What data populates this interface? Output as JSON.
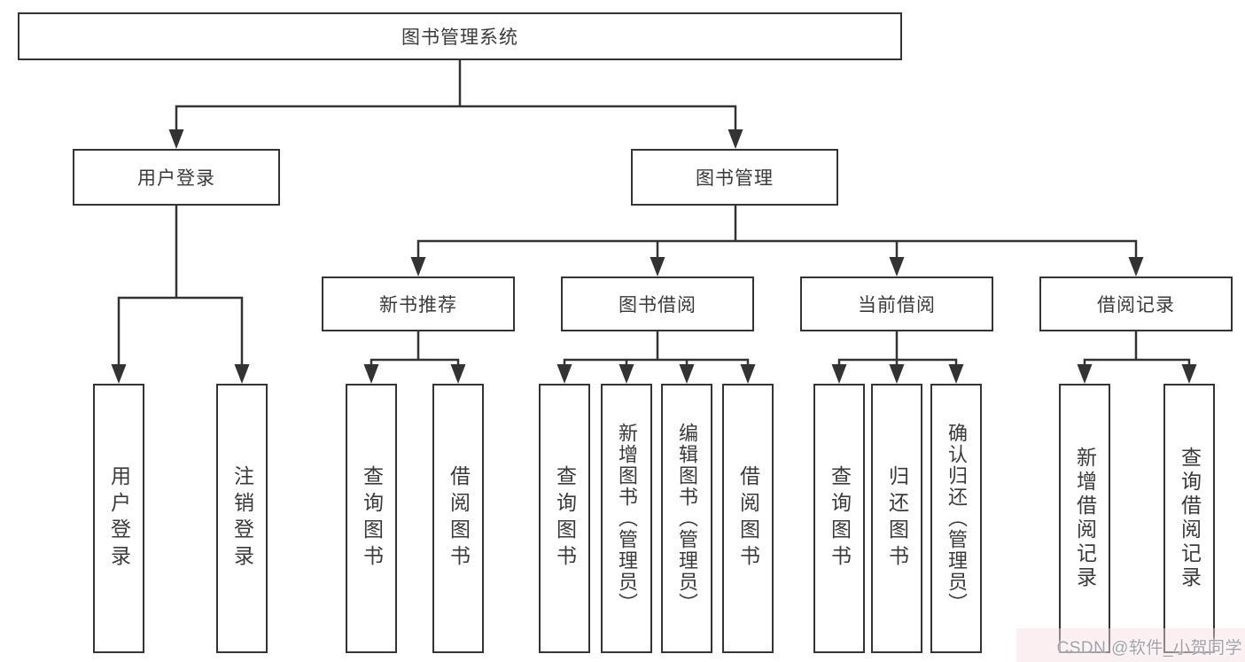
{
  "diagram": {
    "root": "图书管理系统",
    "branches": {
      "user_login": "用户登录",
      "book_management": "图书管理"
    },
    "modules": {
      "new_books": "新书推荐",
      "book_borrowing": "图书借阅",
      "current_borrowing": "当前借阅",
      "borrowing_records": "借阅记录"
    },
    "leaves": {
      "user_login": "用户登录",
      "logout": "注销登录",
      "nb_query_books": "查询图书",
      "nb_borrow_books": "借阅图书",
      "bb_query_books": "查询图书",
      "bb_add_books": "新增图书（管理员）",
      "bb_edit_books": "编辑图书（管理员）",
      "bb_borrow_books": "借阅图书",
      "cb_query_books": "查询图书",
      "cb_return_books": "归还图书",
      "cb_confirm_return": "确认归还（管理员）",
      "br_add_record": "新增借阅记录",
      "br_query_record": "查询借阅记录"
    }
  },
  "watermark": "CSDN @软件_小贺同学",
  "colors": {
    "line": "#333333",
    "text": "#3a3a3a",
    "background": "#ffffff",
    "watermark": "#a2a2a8"
  }
}
